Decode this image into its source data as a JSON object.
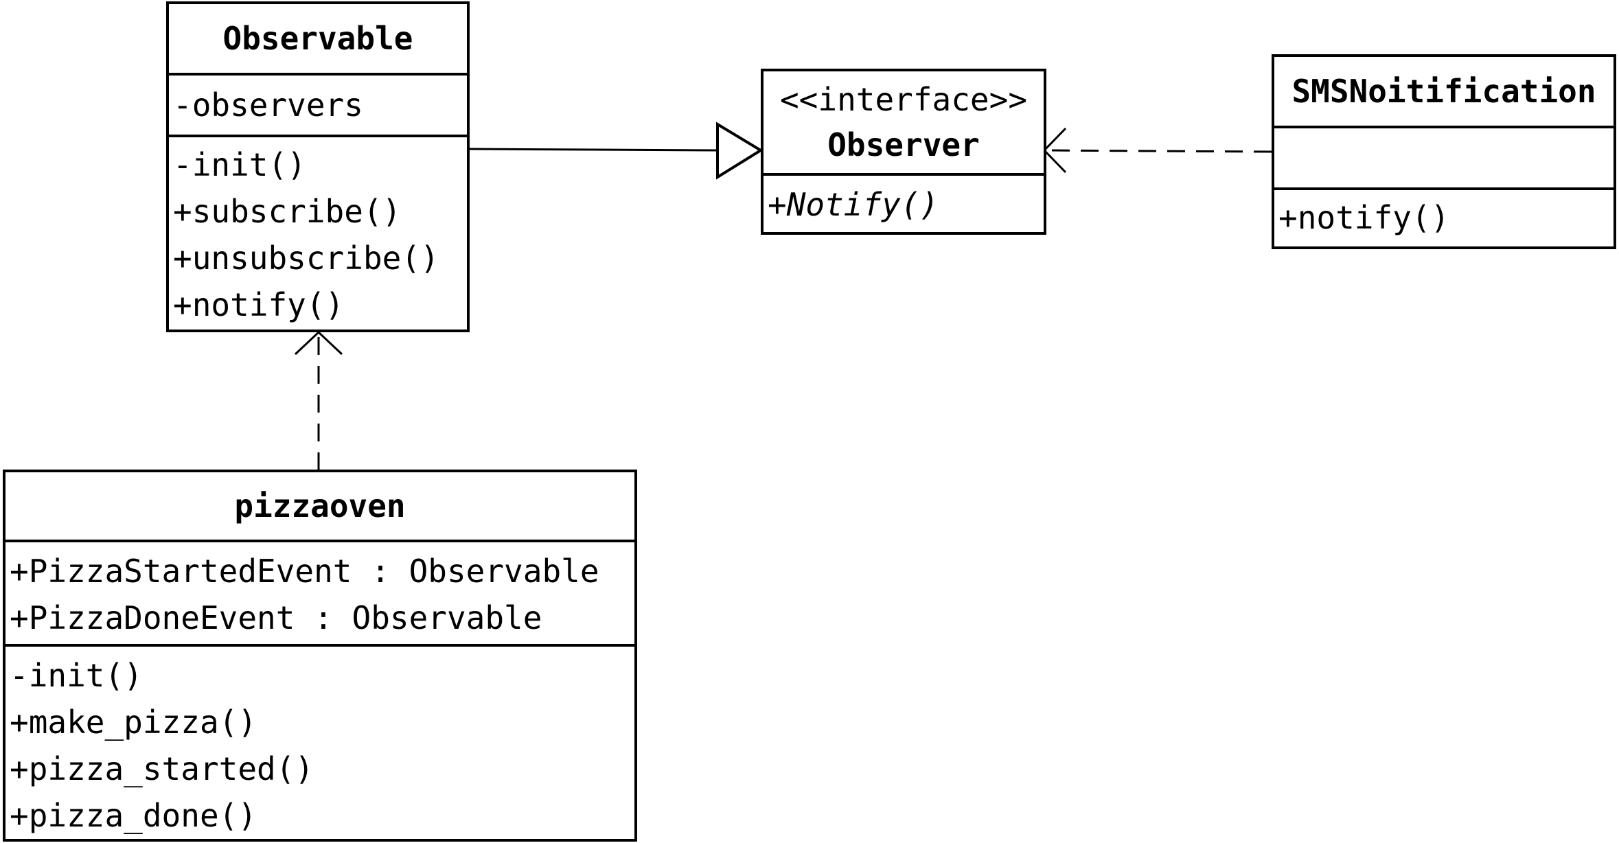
{
  "classes": {
    "observable": {
      "name": "Observable",
      "attributes": [
        "-observers"
      ],
      "methods": [
        "-init()",
        "+subscribe()",
        "+unsubscribe()",
        "+notify()"
      ]
    },
    "observer": {
      "stereotype": "<<interface>>",
      "name": "Observer",
      "methods": [
        "+Notify()"
      ]
    },
    "sms": {
      "name": "SMSNoitification",
      "attributes": [],
      "methods": [
        "+notify()"
      ]
    },
    "pizzaoven": {
      "name": "pizzaoven",
      "attributes": [
        "+PizzaStartedEvent : Observable",
        "+PizzaDoneEvent : Observable"
      ],
      "methods": [
        "-init()",
        "+make_pizza()",
        "+pizza_started()",
        "+pizza_done()"
      ]
    }
  },
  "relations": [
    {
      "from": "Observable",
      "to": "Observer",
      "kind": "realization-solid-hollow-triangle"
    },
    {
      "from": "SMSNoitification",
      "to": "Observer",
      "kind": "dependency-dashed-open-arrow"
    },
    {
      "from": "pizzaoven",
      "to": "Observable",
      "kind": "dependency-dashed-open-arrow"
    }
  ]
}
